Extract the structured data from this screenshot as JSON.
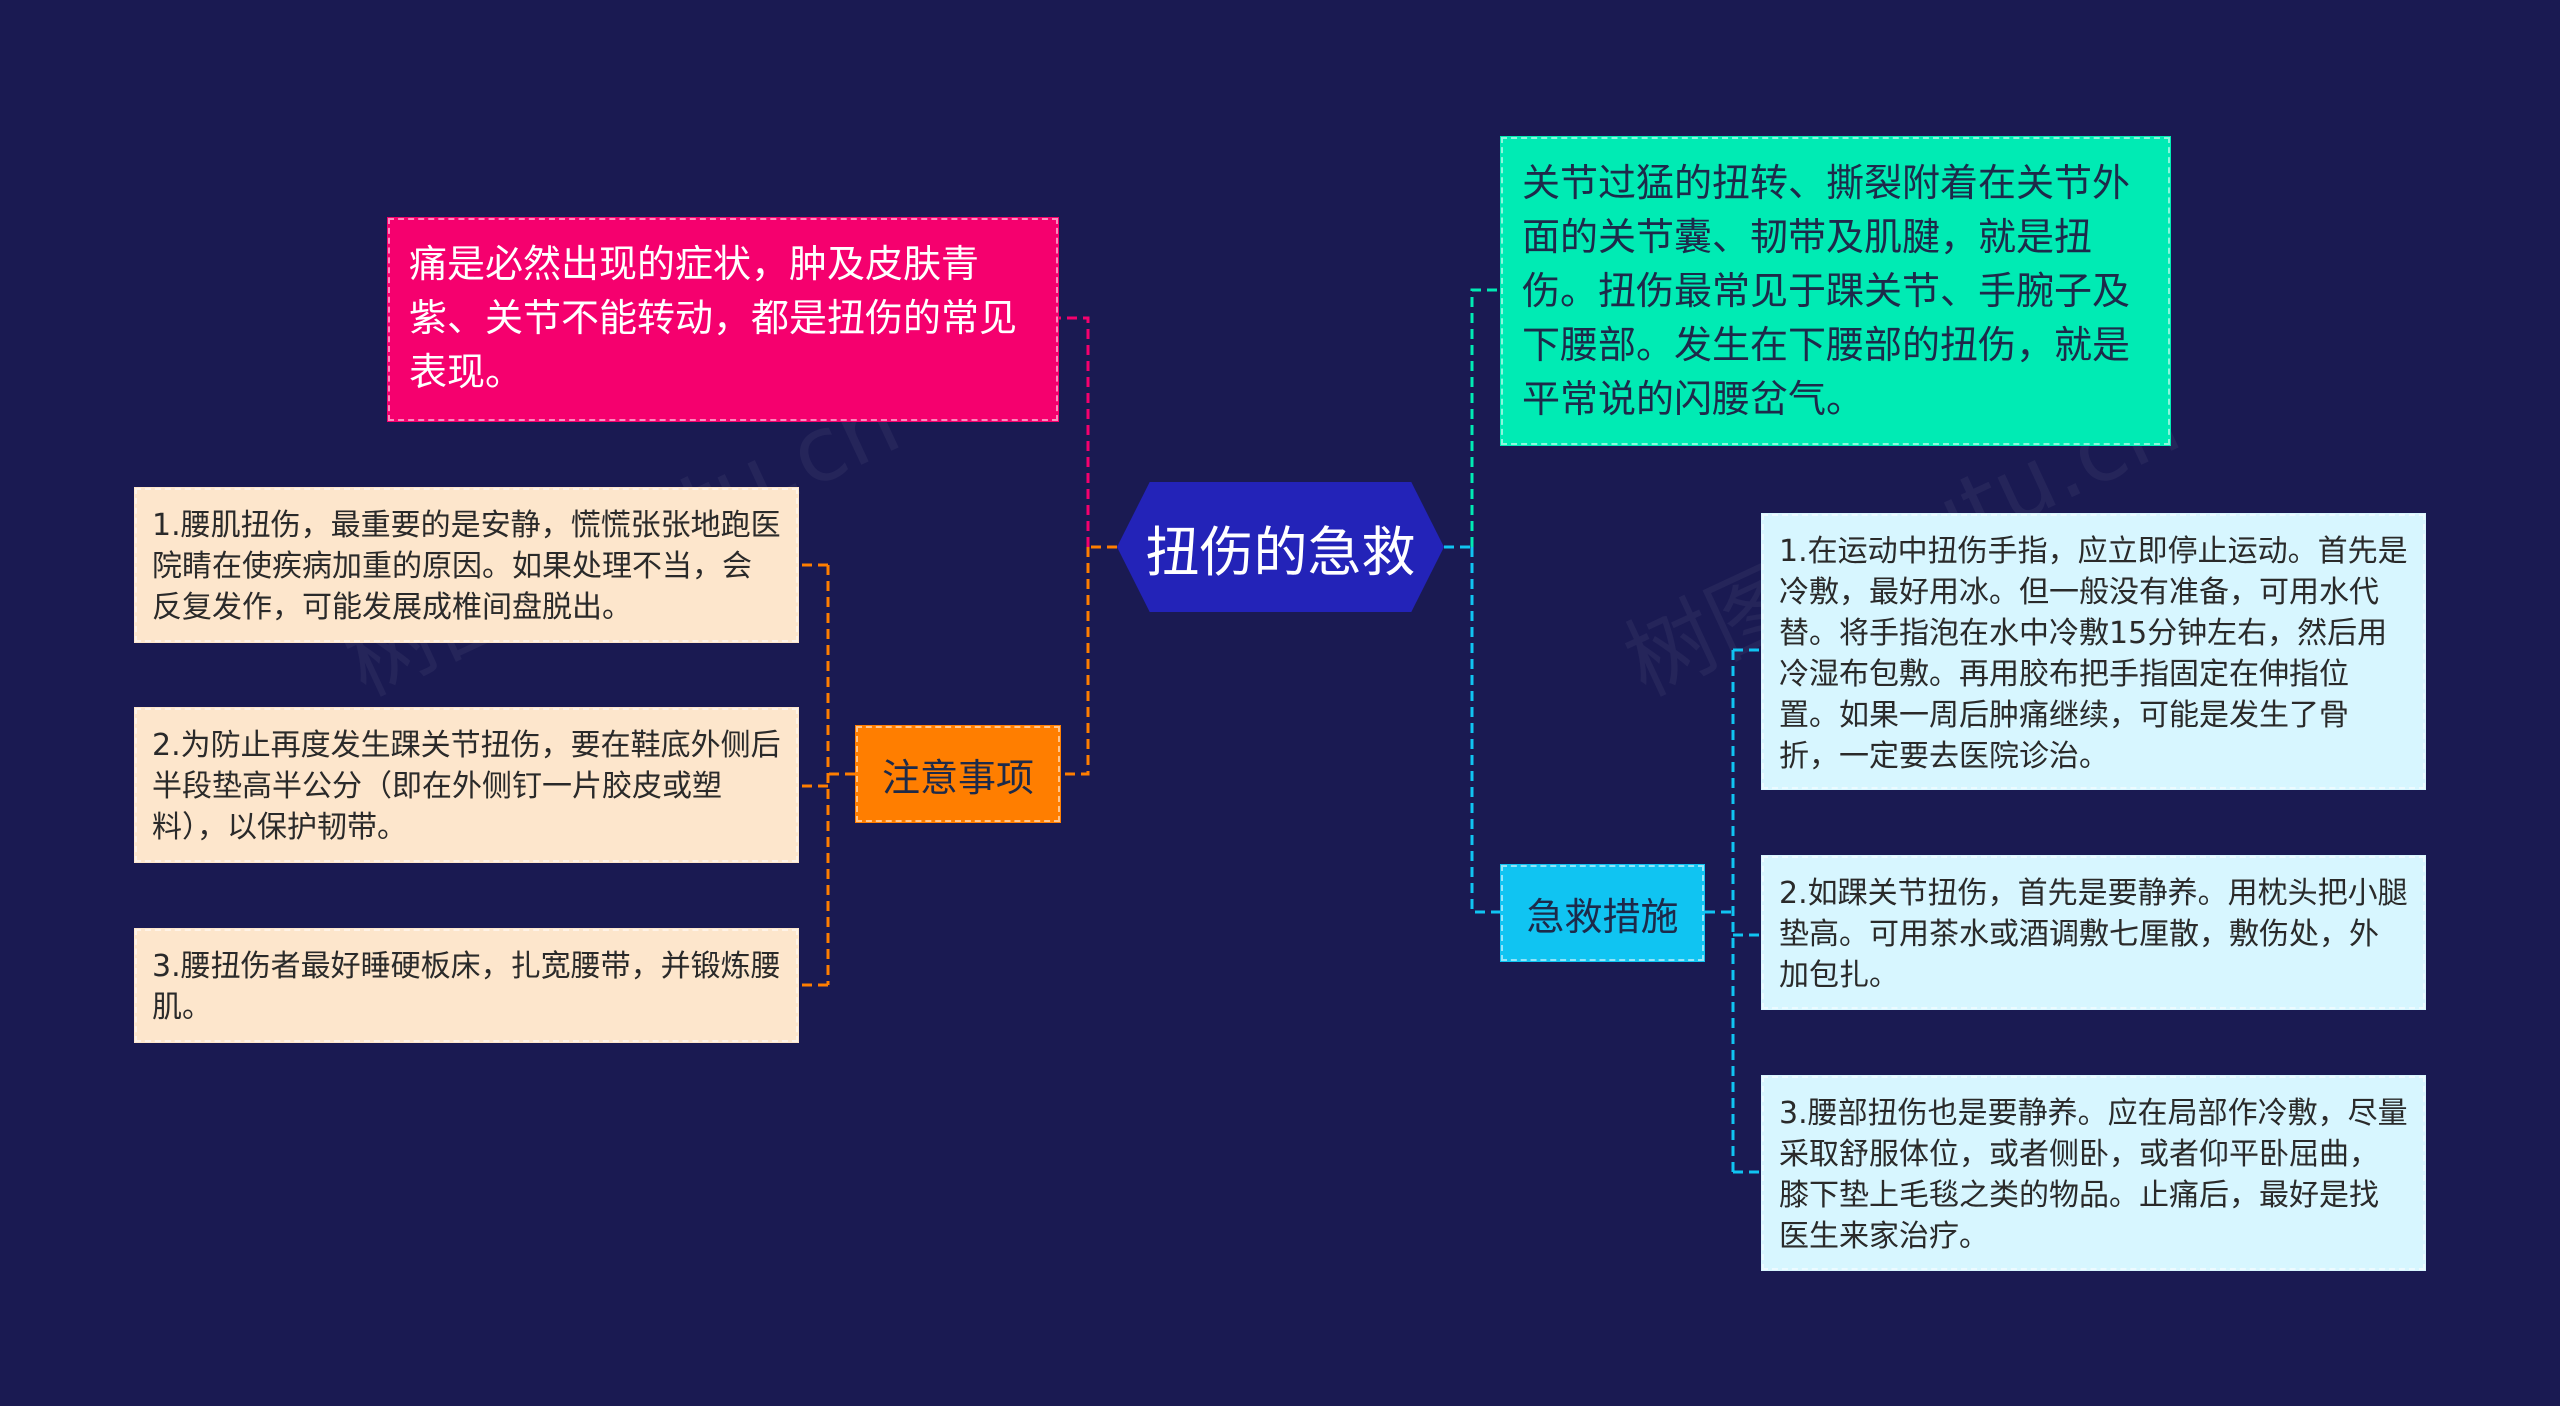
{
  "colors": {
    "background": "#1a1a52",
    "root": "#2323b8",
    "pink": "#f5006e",
    "cyan": "#00ebb4",
    "orange": "#ff7e00",
    "blue": "#10c4f2",
    "leaf_left": "#fde6cc",
    "leaf_right": "#d7f6ff"
  },
  "root": {
    "label": "扭伤的急救"
  },
  "symptom_node": {
    "text": "痛是必然出现的症状，肿及皮肤青紫、关节不能转动，都是扭伤的常见表现。"
  },
  "definition_node": {
    "text": "关节过猛的扭转、撕裂附着在关节外面的关节囊、韧带及肌腱，就是扭伤。扭伤最常见于踝关节、手腕子及下腰部。发生在下腰部的扭伤，就是平常说的闪腰岔气。"
  },
  "notes": {
    "label": "注意事项",
    "items": [
      "1.腰肌扭伤，最重要的是安静，慌慌张张地跑医院睛在使疾病加重的原因。如果处理不当，会反复发作，可能发展成椎间盘脱出。",
      "2.为防止再度发生踝关节扭伤，要在鞋底外侧后半段垫高半公分（即在外侧钉一片胶皮或塑料），以保护韧带。",
      "3.腰扭伤者最好睡硬板床，扎宽腰带，并锻炼腰肌。"
    ]
  },
  "first_aid": {
    "label": "急救措施",
    "items": [
      "1.在运动中扭伤手指，应立即停止运动。首先是冷敷，最好用冰。但一般没有准备，可用水代替。将手指泡在水中冷敷15分钟左右，然后用冷湿布包敷。再用胶布把手指固定在伸指位置。如果一周后肿痛继续，可能是发生了骨折，一定要去医院诊治。",
      "2.如踝关节扭伤，首先是要静养。用枕头把小腿垫高。可用茶水或酒调敷七厘散，敷伤处，外加包扎。",
      "3.腰部扭伤也是要静养。应在局部作冷敷，尽量采取舒服体位，或者侧卧，或者仰平卧屈曲，膝下垫上毛毯之类的物品。止痛后，最好是找医生来家治疗。"
    ]
  },
  "watermark": "树图 shutu.cn"
}
